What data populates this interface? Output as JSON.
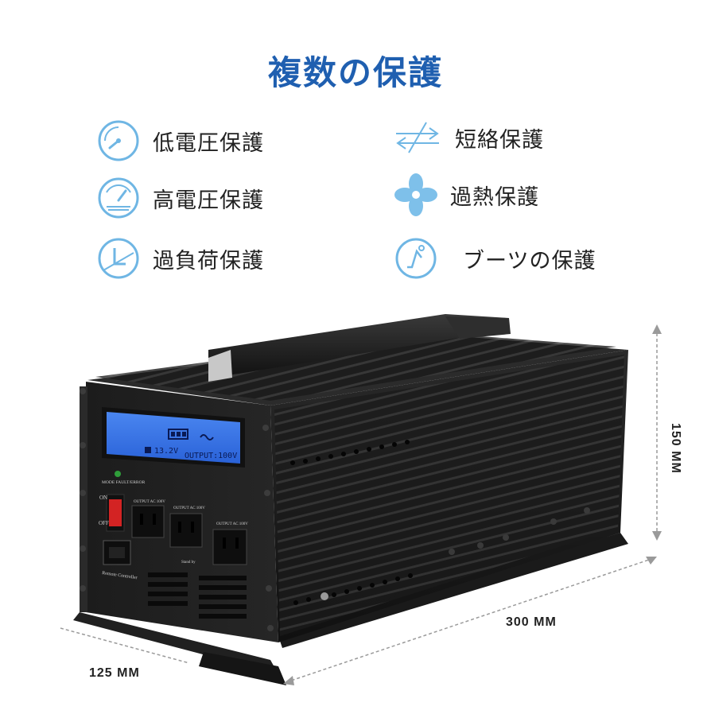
{
  "title": "複数の保護",
  "colors": {
    "title": "#1f5fb0",
    "icon": "#6fb6e4",
    "lcd": "#2f6fe8"
  },
  "features": [
    {
      "label": "低電圧保護",
      "icon": "gauge-low-icon"
    },
    {
      "label": "短絡保護",
      "icon": "short-circuit-arrows-icon"
    },
    {
      "label": "高電圧保護",
      "icon": "gauge-high-icon"
    },
    {
      "label": "過熱保護",
      "icon": "fan-icon"
    },
    {
      "label": "過負荷保護",
      "icon": "overload-icon"
    },
    {
      "label": "ブーツの保護",
      "icon": "boot-protection-icon"
    }
  ],
  "device": {
    "lcd_voltage": "13.2V",
    "lcd_output": "OUTPUT:100V",
    "mode_label": "MODE FAULT/ERROR",
    "switch_on": "ON",
    "switch_off": "OFF",
    "outlet_label": "OUTPUT AC 100V",
    "remote_label": "Remote Controller",
    "stand_by": "Stand by"
  },
  "dimensions": {
    "height": "150 MM",
    "length": "300 MM",
    "depth": "125 MM"
  }
}
